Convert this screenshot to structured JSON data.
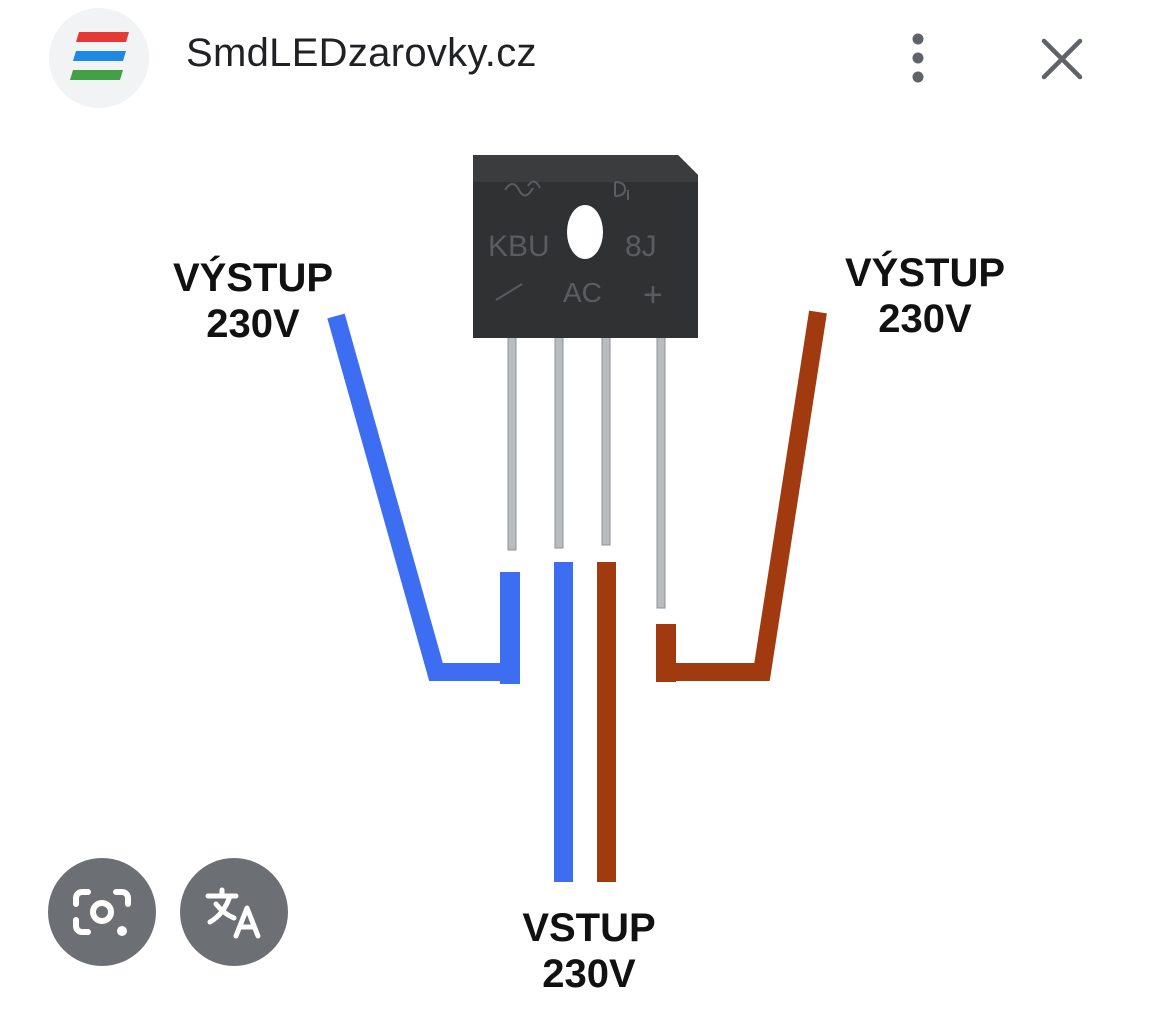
{
  "header": {
    "site_name": "SmdLEDzarovky.cz",
    "logo_colors": [
      "#e53935",
      "#1e88e5",
      "#43a047"
    ],
    "menu_icon": "more-vert-icon",
    "close_icon": "close-icon"
  },
  "image": {
    "component": {
      "markings": {
        "model": "KBU",
        "rating": "8J",
        "ac": "AC",
        "minus": "−",
        "plus": "+"
      }
    },
    "labels": {
      "output_left": {
        "line1": "VÝSTUP",
        "line2": "230V"
      },
      "output_right": {
        "line1": "VÝSTUP",
        "line2": "230V"
      },
      "input": {
        "line1": "VSTUP",
        "line2": "230V"
      }
    },
    "wire_colors": {
      "blue": "#3d6ef2",
      "brown": "#a23a10"
    }
  },
  "actions": {
    "lens_icon": "google-lens-icon",
    "translate_icon": "translate-icon"
  }
}
